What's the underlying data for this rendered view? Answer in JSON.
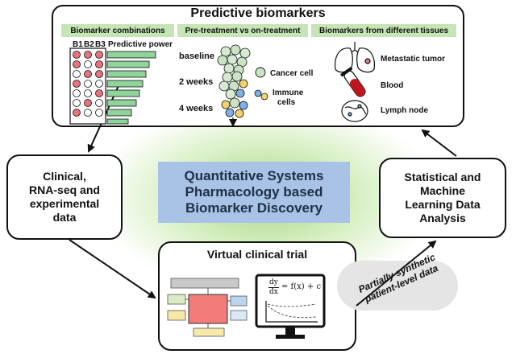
{
  "predictive_biomarkers": {
    "title": "Predictive biomarkers",
    "combinations": {
      "header": "Biomarker combinations",
      "col1": "B1",
      "col2": "B2",
      "col3": "B3",
      "power_label": "Predictive power"
    },
    "treatment": {
      "header": "Pre-treatment vs on-treatment",
      "time_baseline": "baseline",
      "time_2w": "2 weeks",
      "time_4w": "4 weeks",
      "cancer_cell": "Cancer cell",
      "immune_line1": "Immune",
      "immune_line2": "cells"
    },
    "tissues": {
      "header": "Biomarkers from different tissues",
      "metastatic": "Metastatic tumor",
      "blood": "Blood",
      "lymph": "Lymph node"
    }
  },
  "left_node": {
    "line1": "Clinical,",
    "line2": "RNA-seq and",
    "line3": "experimental",
    "line4": "data"
  },
  "center": {
    "line1": "Quantitative Systems",
    "line2": "Pharmacology based",
    "line3": "Biomarker Discovery"
  },
  "right_node": {
    "line1": "Statistical and",
    "line2": "Machine",
    "line3": "Learning Data",
    "line4": "Analysis"
  },
  "virtual_trial": {
    "title": "Virtual clinical trial",
    "equation_lhs_num": "dy",
    "equation_lhs_den": "dx",
    "equation_rhs": "= f(x) + c"
  },
  "synthetic": {
    "line1": "Partially synthetic",
    "line2": "patient-level data"
  },
  "colors": {
    "header_green": "#c6e5b4",
    "center_blue": "#a9c3e6",
    "bar_green": "#8fd49a",
    "dot_red": "#e8737e",
    "glow_green": "#9ccd6e"
  }
}
